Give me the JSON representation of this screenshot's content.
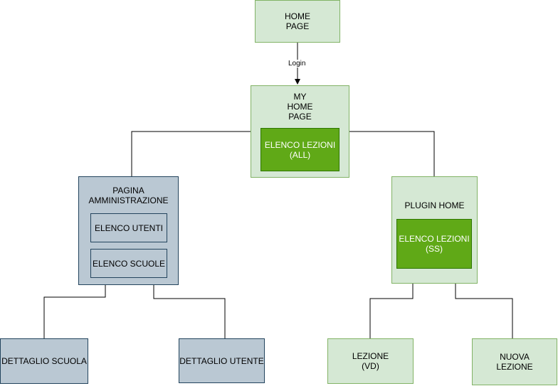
{
  "nodes": {
    "home_page": "HOME\nPAGE",
    "my_home_page": "MY\nHOME\nPAGE",
    "elenco_lezioni_all": "ELENCO LEZIONI\n(ALL)",
    "pagina_amministrazione": "PAGINA\nAMMINISTRAZIONE",
    "elenco_utenti": "ELENCO UTENTI",
    "elenco_scuole": "ELENCO SCUOLE",
    "plugin_home": "PLUGIN HOME",
    "elenco_lezioni_ss": "ELENCO LEZIONI\n(SS)",
    "dettaglio_scuola": "DETTAGLIO SCUOLA",
    "dettaglio_utente": "DETTAGLIO UTENTE",
    "lezione_vd": "LEZIONE\n(VD)",
    "nuova_lezione": "NUOVA\nLEZIONE"
  },
  "edges": {
    "login_label": "Login"
  },
  "colors": {
    "light_green_fill": "#d5e8d4",
    "light_green_stroke": "#82b366",
    "dark_green_fill": "#60a917",
    "dark_green_stroke": "#2d7600",
    "blue_grey_fill": "#bac8d3",
    "blue_grey_stroke": "#23445d"
  }
}
